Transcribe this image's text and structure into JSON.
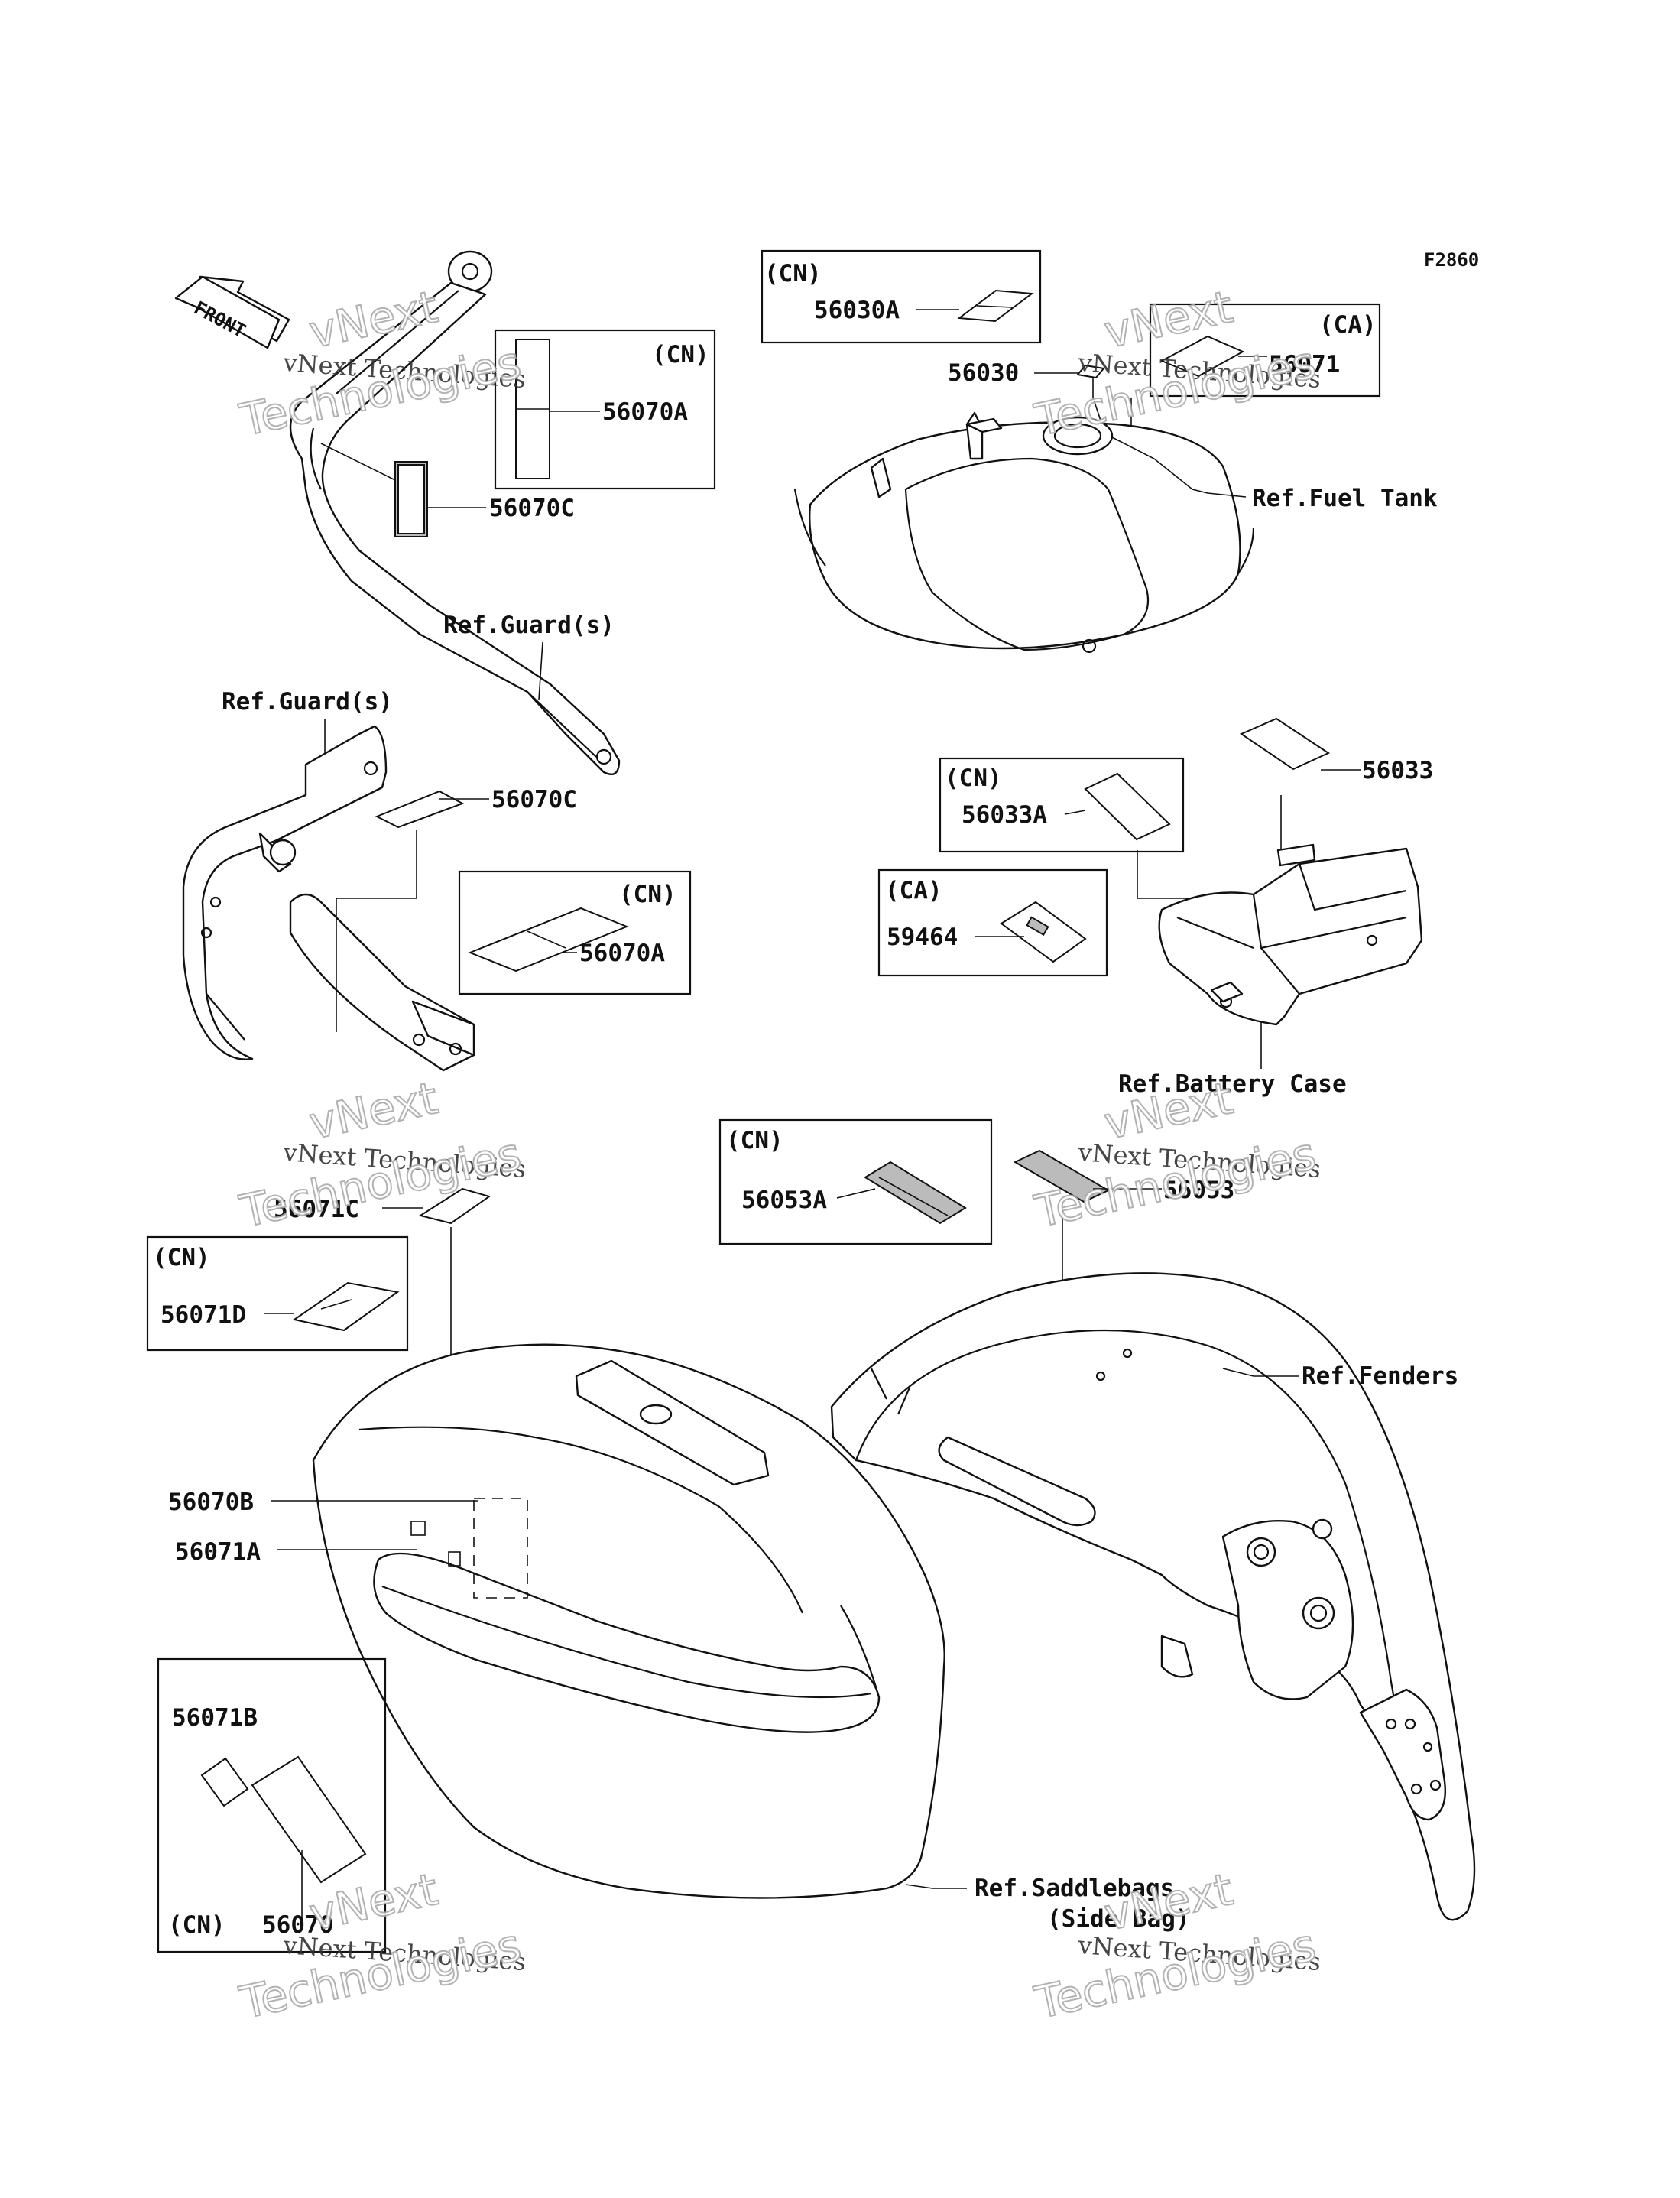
{
  "figure_code": "F2860",
  "front_label": "FRONT",
  "watermark": {
    "line1": "vNext",
    "line2": "vNext Technologies",
    "line3": "Technologies"
  },
  "labels": {
    "p56070A_top": "56070A",
    "p56070C_top": "56070C",
    "ref_guard_upper": "Ref.Guard(s)",
    "ref_guard_lower": "Ref.Guard(s)",
    "p56070C_mid": "56070C",
    "p56070A_mid": "56070A",
    "p56030A": "56030A",
    "p56030": "56030",
    "p56071": "56071",
    "ref_fuel_tank": "Ref.Fuel Tank",
    "p56033": "56033",
    "p56033A": "56033A",
    "p59464": "59464",
    "ref_battery_case": "Ref.Battery Case",
    "p56071C": "56071C",
    "p56071D": "56071D",
    "p56053A": "56053A",
    "p56053": "56053",
    "ref_fenders": "Ref.Fenders",
    "p56070B": "56070B",
    "p56071A": "56071A",
    "p56071B": "56071B",
    "p56070": "56070",
    "ref_saddlebags": "Ref.Saddlebags",
    "side_bag": "(Side Bag)"
  },
  "region_tags": {
    "cn_56070A_top": "(CN)",
    "cn_56030A": "(CN)",
    "ca_56071": "(CA)",
    "cn_56070A_mid": "(CN)",
    "cn_56033A": "(CN)",
    "ca_59464": "(CA)",
    "cn_56053A": "(CN)",
    "cn_56071D": "(CN)",
    "cn_56071B": "(CN)"
  }
}
